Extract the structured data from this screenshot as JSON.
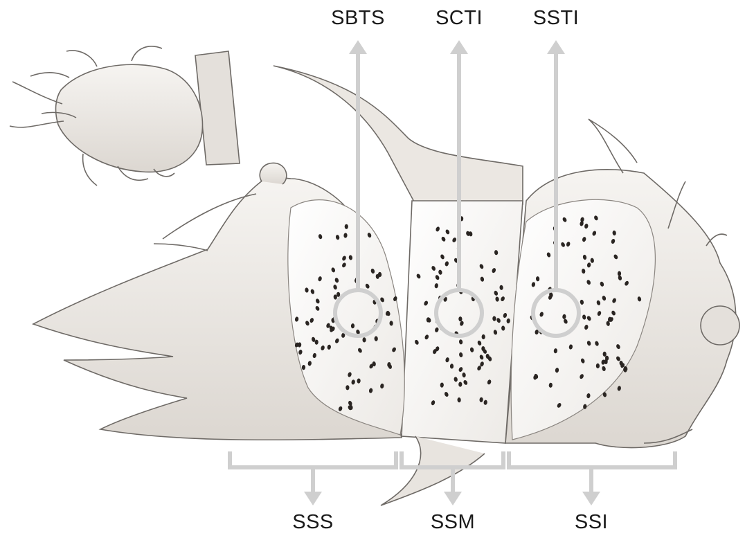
{
  "diagram": {
    "top_labels": [
      "SBTS",
      "SCTI",
      "SSTI"
    ],
    "bottom_labels": [
      "SSS",
      "SSM",
      "SSI"
    ]
  },
  "colors": {
    "annotation": "#cfcfcf",
    "sketch_stroke": "#6e6a66",
    "fruit_fill": "#f3f1ee",
    "seed": "#2a2522",
    "text": "#1a1a1a"
  }
}
